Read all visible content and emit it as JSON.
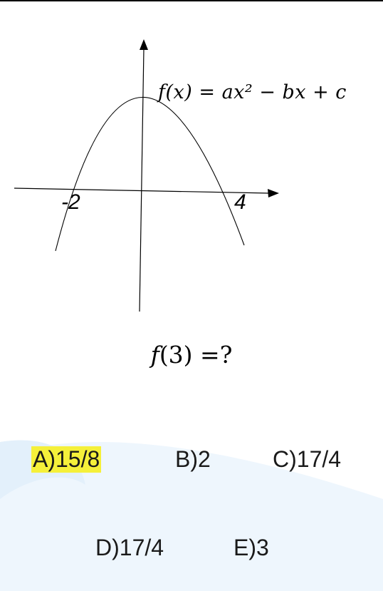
{
  "figure": {
    "formula": "f(x) = ax² − bx + c",
    "tick_labels": [
      "-2",
      "4"
    ],
    "roots": [
      -2,
      4
    ]
  },
  "question": {
    "func": "f",
    "arg": "(3)",
    "rest": " =?"
  },
  "options": [
    {
      "id": "A",
      "label": "A)15/8",
      "highlighted": true
    },
    {
      "id": "B",
      "label": "B)2",
      "highlighted": false
    },
    {
      "id": "C",
      "label": "C)17/4",
      "highlighted": false
    },
    {
      "id": "D",
      "label": "D)17/4",
      "highlighted": false
    },
    {
      "id": "E",
      "label": "E)3",
      "highlighted": false
    }
  ],
  "colors": {
    "highlight": "#f5f03a",
    "watermark": "#e8f3fc"
  }
}
